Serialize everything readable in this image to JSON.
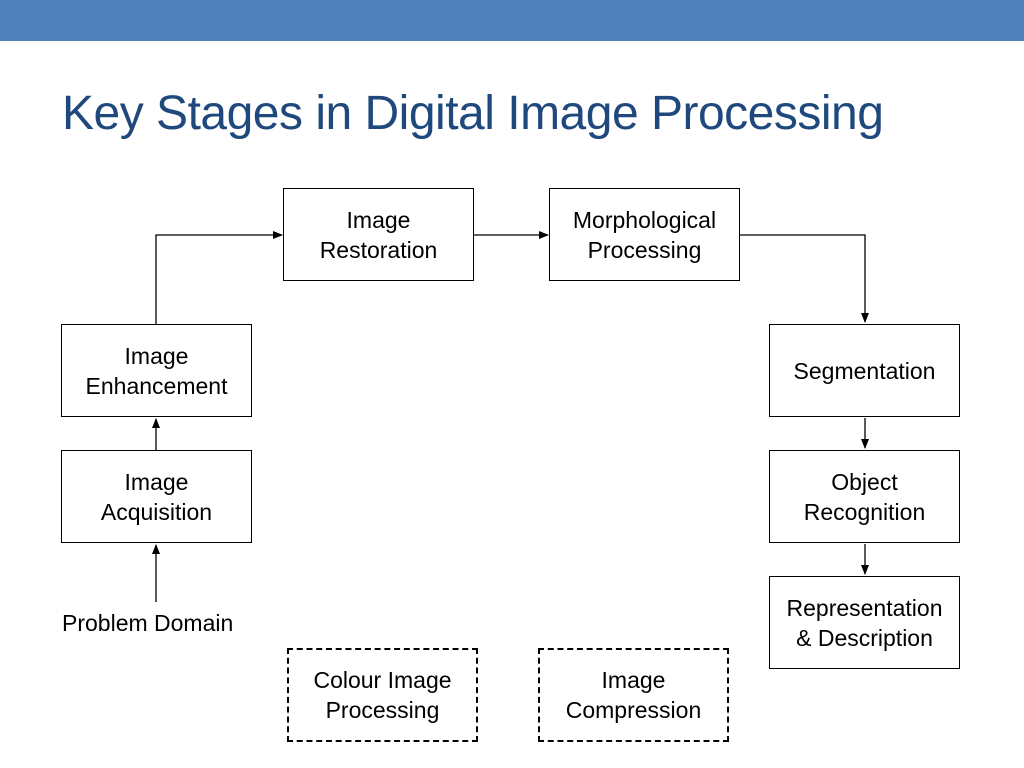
{
  "slide": {
    "title": "Key Stages in Digital Image Processing"
  },
  "stages": {
    "image_restoration": "Image\nRestoration",
    "morphological_processing": "Morphological\nProcessing",
    "image_enhancement": "Image\nEnhancement",
    "segmentation": "Segmentation",
    "image_acquisition": "Image\nAcquisition",
    "object_recognition": "Object\nRecognition",
    "representation_description": "Representation\n& Description",
    "colour_image_processing": "Colour Image\nProcessing",
    "image_compression": "Image\nCompression"
  },
  "problem_domain": "Problem Domain",
  "colors": {
    "header_bar": "#4f81bd",
    "title": "#1f497d",
    "line": "#000000"
  }
}
